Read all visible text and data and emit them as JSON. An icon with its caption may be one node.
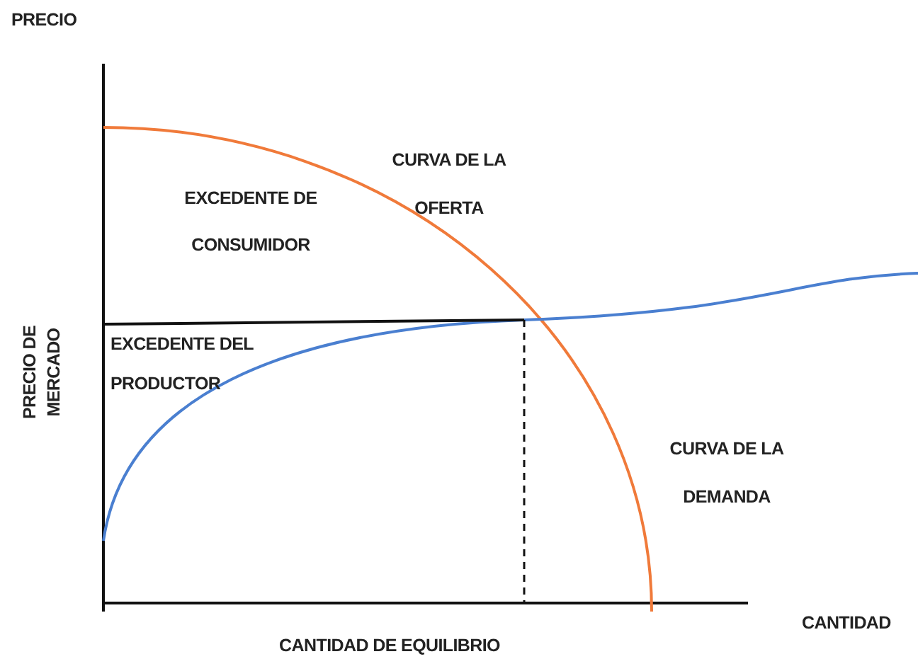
{
  "diagram": {
    "labels": [
      "PRECIO",
      "CURVA DE LA OFERTA",
      "EXCEDENTE DE CONSUMIDOR",
      "PRECIO DE MERCADO",
      "EXCEDENTE DEL PRODUCTOR",
      "CURVA DE LA DEMANDA",
      "CANTIDAD",
      "CANTIDAD DE EQUILIBRIO"
    ]
  }
}
